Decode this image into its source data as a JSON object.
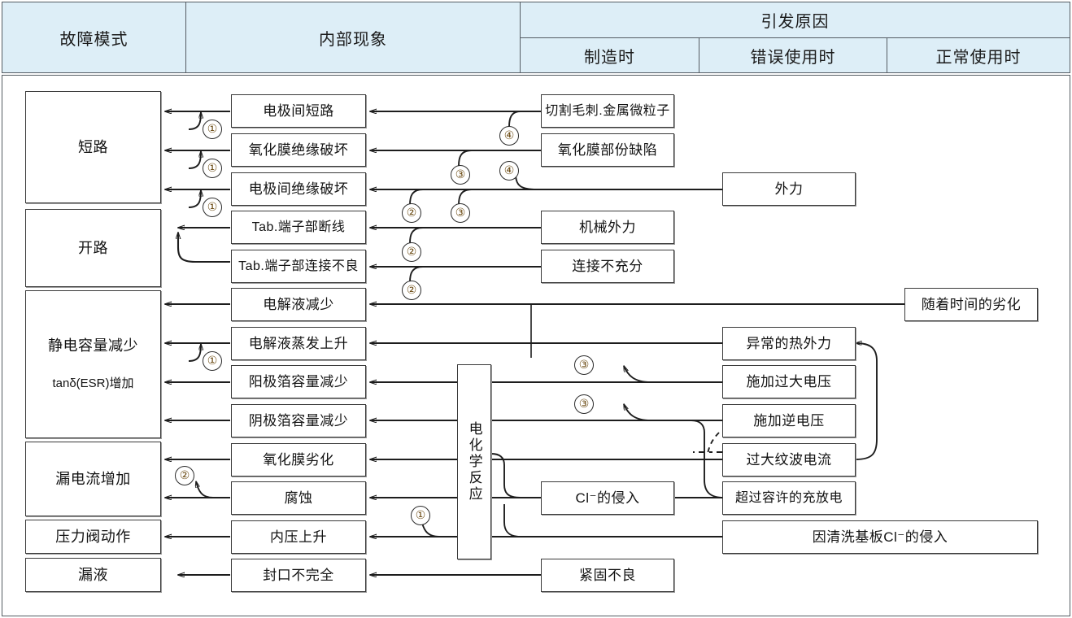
{
  "header": {
    "col_failure_mode": "故障模式",
    "col_internal": "内部现象",
    "col_cause_group": "引发原因",
    "col_manufacture": "制造时",
    "col_misuse": "错误使用时",
    "col_normal": "正常使用时"
  },
  "failure_modes": [
    {
      "label": "短路"
    },
    {
      "label": "开路"
    },
    {
      "label": "静电容量减少",
      "label2": "tanδ(ESR)增加"
    },
    {
      "label": "漏电流增加"
    },
    {
      "label": "压力阀动作"
    },
    {
      "label": "漏液"
    }
  ],
  "internal_phenomena": [
    "电极间短路",
    "氧化膜绝缘破坏",
    "电极间绝缘破坏",
    "Tab.端子部断线",
    "Tab.端子部连接不良",
    "电解液减少",
    "电解液蒸发上升",
    "阳极箔容量减少",
    "阴极箔容量减少",
    "氧化膜劣化",
    "腐蚀",
    "内压上升",
    "封口不完全"
  ],
  "reaction_box": "电化学反应",
  "causes_manufacture": [
    "切割毛刺.金属微粒子",
    "氧化膜部份缺陷",
    "机械外力",
    "连接不充分",
    "Cl⁻的侵入",
    "紧固不良"
  ],
  "causes_misuse": [
    "外力",
    "异常的热外力",
    "施加过大电压",
    "施加逆电压",
    "过大纹波电流",
    "超过容许的充放电",
    "因清洗基板Cl⁻的侵入"
  ],
  "causes_normal": [
    "随着时间的劣化"
  ],
  "step_markers": [
    {
      "n": "①"
    },
    {
      "n": "①"
    },
    {
      "n": "①"
    },
    {
      "n": "②"
    },
    {
      "n": "②"
    },
    {
      "n": "②"
    },
    {
      "n": "②"
    },
    {
      "n": "③"
    },
    {
      "n": "③"
    },
    {
      "n": "③"
    },
    {
      "n": "③"
    },
    {
      "n": "④"
    },
    {
      "n": "④"
    },
    {
      "n": "①"
    },
    {
      "n": "①"
    }
  ],
  "colors": {
    "header_fill": "#ddeef7",
    "border": "#555c63",
    "box_border": "#3a3a3a",
    "line": "#1d1d1d",
    "number": "#6b4a12"
  }
}
